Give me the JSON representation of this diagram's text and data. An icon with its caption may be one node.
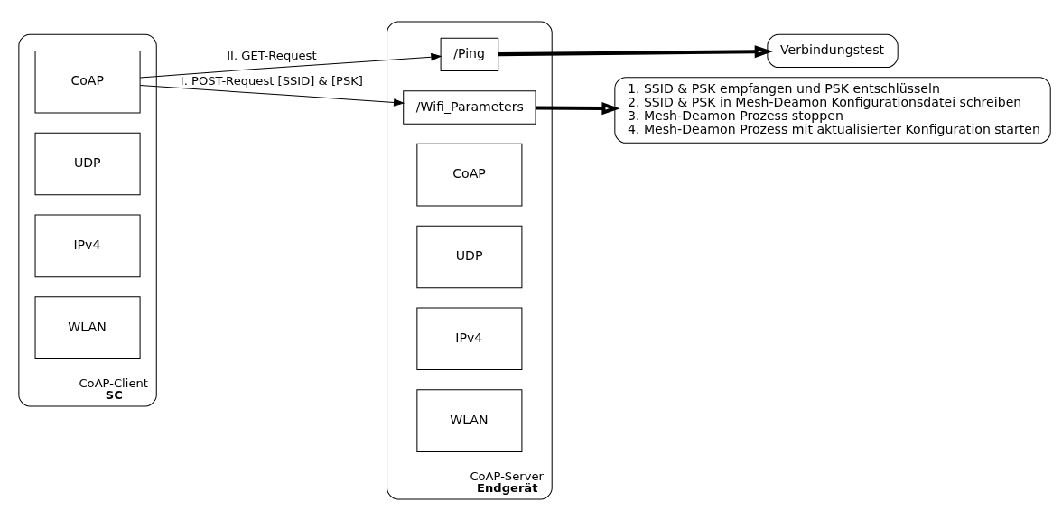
{
  "diagram": {
    "nodes": [
      {
        "text": [
          "CoAP-Client",
          "SC"
        ]
      },
      {
        "text": [
          "CoAP"
        ],
        "in": 0
      },
      {
        "text": [
          "UDP"
        ],
        "in": 0
      },
      {
        "text": [
          "IPv4"
        ],
        "in": 0
      },
      {
        "text": [
          "WLAN"
        ],
        "in": 0
      },
      {
        "text": [
          "CoAP-Server",
          "Endgerät"
        ]
      },
      {
        "text": [
          "/Ping"
        ],
        "in": 5
      },
      {
        "text": [
          "/Wifi_Parameters"
        ],
        "in": 5
      },
      {
        "text": [
          "CoAP"
        ],
        "in": 5
      },
      {
        "text": [
          "UDP"
        ],
        "in": 5
      },
      {
        "text": [
          "IPv4"
        ],
        "in": 5
      },
      {
        "text": [
          "WLAN"
        ],
        "in": 5
      },
      {
        "text": [
          "Verbindungstest"
        ]
      },
      {
        "text": [
          "1. SSID & PSK empfangen und PSK entschlüsseln",
          "2. SSID & PSK in Mesh-Deamon Konfigurationsdatei schreiben",
          "3. Mesh-Deamon Prozess stoppen",
          "4. Mesh-Deamon Prozess mit aktualisierter Konfiguration starten"
        ]
      }
    ],
    "edges": [
      {
        "from": 1,
        "to": 6,
        "arrow": "to",
        "label": "II. GET-Request"
      },
      {
        "from": 1,
        "to": 7,
        "arrow": "to",
        "label": "I. POST-Request [SSID] & [PSK]"
      },
      {
        "from": 6,
        "to": 12,
        "arrow": "to",
        "style": "thick"
      },
      {
        "from": 7,
        "to": 13,
        "arrow": "to",
        "style": "thick"
      }
    ]
  }
}
